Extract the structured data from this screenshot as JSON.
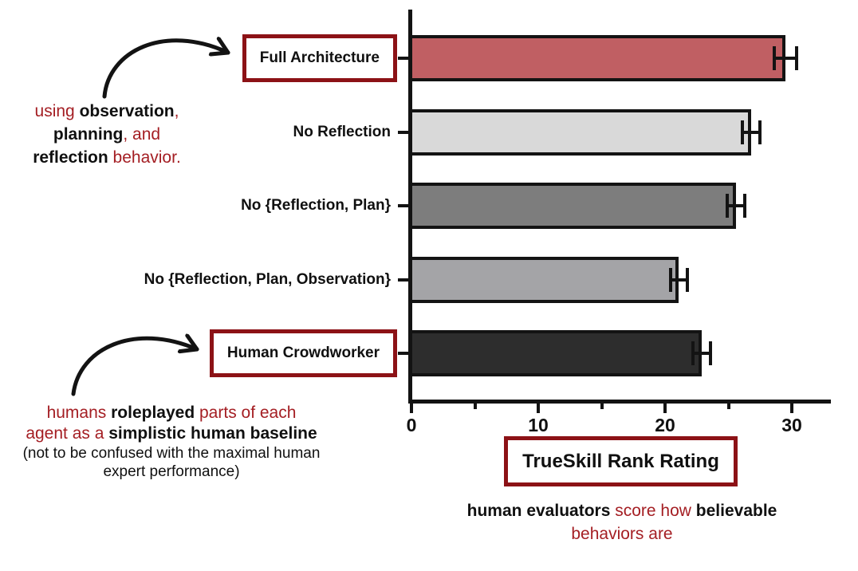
{
  "palette": {
    "accent_text_red": "#a41e23",
    "box_border_maroon": "#8c1216",
    "axis_black": "#131313",
    "background": "#ffffff"
  },
  "chart_data": {
    "type": "bar",
    "orientation": "horizontal",
    "title": "",
    "xlabel": "TrueSkill Rank Rating",
    "ylabel": "",
    "xlim": [
      0,
      33
    ],
    "xticks_major": [
      0,
      10,
      20,
      30
    ],
    "xticks_minor": [
      5,
      15,
      25
    ],
    "grid": false,
    "legend": "none",
    "categories": [
      "Full Architecture",
      "No Reflection",
      "No {Reflection, Plan}",
      "No {Reflection, Plan, Observation}",
      "Human Crowdworker"
    ],
    "series": [
      {
        "name": "TrueSkill rank rating",
        "values": [
          29.5,
          26.8,
          25.6,
          21.1,
          22.9
        ],
        "errors": [
          0.9,
          0.7,
          0.7,
          0.65,
          0.7
        ]
      }
    ],
    "bar_colors": [
      "#c05f63",
      "#d9d9d9",
      "#7d7d7d",
      "#a4a4a7",
      "#2d2d2d"
    ],
    "boxed_label_indices": [
      0,
      4
    ]
  },
  "annotations": {
    "top_left": {
      "lines": [
        {
          "segs": [
            {
              "t": "using ",
              "s": "r"
            },
            {
              "t": "observation",
              "s": "b"
            },
            {
              "t": ",",
              "s": "r"
            }
          ]
        },
        {
          "segs": [
            {
              "t": "planning",
              "s": "b"
            },
            {
              "t": ", and",
              "s": "r"
            }
          ]
        },
        {
          "segs": [
            {
              "t": "reflection",
              "s": "b"
            },
            {
              "t": " behavior.",
              "s": "r"
            }
          ]
        }
      ]
    },
    "bottom_left": {
      "lines": [
        {
          "segs": [
            {
              "t": "humans ",
              "s": "r"
            },
            {
              "t": "roleplayed",
              "s": "b"
            },
            {
              "t": " parts of each",
              "s": "r"
            }
          ]
        },
        {
          "segs": [
            {
              "t": "agent as a ",
              "s": "r"
            },
            {
              "t": "simplistic human baseline",
              "s": "b"
            }
          ]
        },
        {
          "small": true,
          "segs": [
            {
              "t": "(not to be confused with the maximal human",
              "s": "n"
            }
          ]
        },
        {
          "small": true,
          "segs": [
            {
              "t": "expert performance)",
              "s": "n"
            }
          ]
        }
      ]
    },
    "caption": {
      "lines": [
        {
          "segs": [
            {
              "t": "human evaluators",
              "s": "b"
            },
            {
              "t": " score how ",
              "s": "r"
            },
            {
              "t": "believable",
              "s": "b"
            }
          ]
        },
        {
          "segs": [
            {
              "t": "behaviors are",
              "s": "r"
            }
          ]
        }
      ]
    }
  }
}
